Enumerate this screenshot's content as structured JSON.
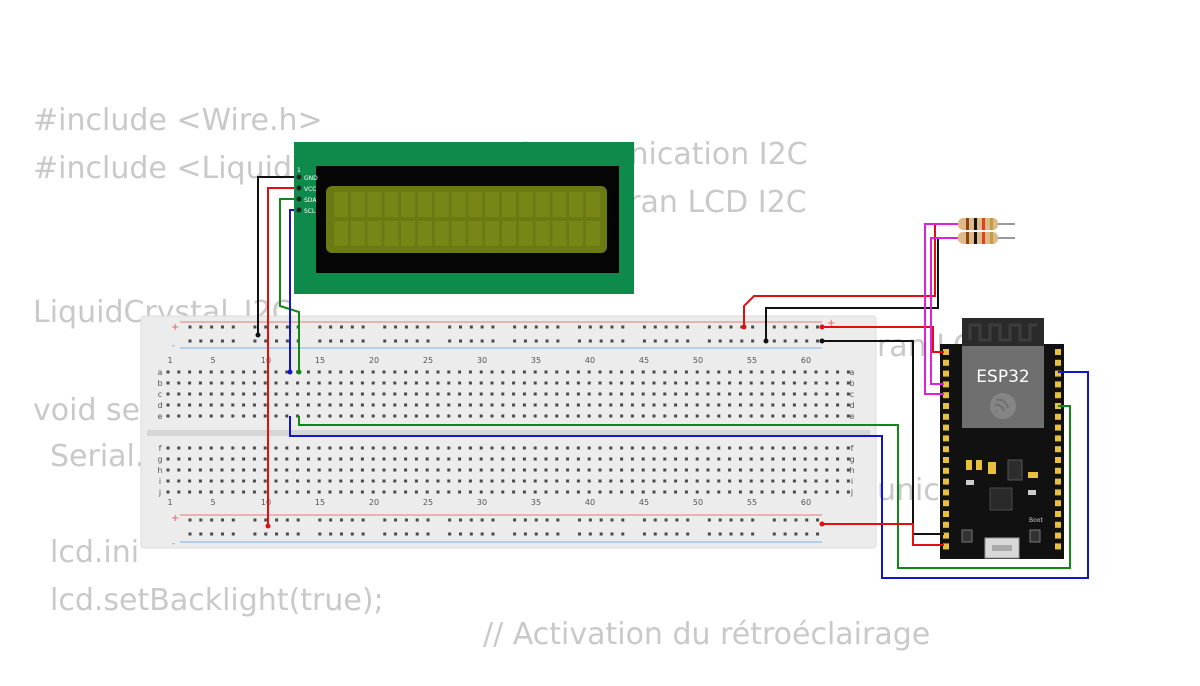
{
  "code_lines": [
    {
      "code": "#include <Wire.h>",
      "comment": "// Communication I2C"
    },
    {
      "code": "#include <LiquidCrystal_I2C.h>",
      "comment": "// Écran LCD I2C"
    },
    {
      "code": "LiquidCrystal_I2C",
      "comment": "ialisation de l'écran LCD"
    },
    {
      "code": "void se",
      "comment": ""
    },
    {
      "code": "Serial.",
      "comment": "unic    ire"
    },
    {
      "code": "lcd.ini",
      "comment": ""
    },
    {
      "code": "lcd.setBacklight(true);",
      "comment": "// Activation du rétroéclairage"
    }
  ],
  "lcd": {
    "pin_labels": [
      "1",
      "GND",
      "VCC",
      "SDA",
      "SCL"
    ],
    "screen_color": "#6b7a12",
    "board_color": "#0e8a4a"
  },
  "breadboard": {
    "column_numbers": [
      "1",
      "5",
      "10",
      "15",
      "20",
      "25",
      "30",
      "35",
      "40",
      "45",
      "50",
      "55",
      "60"
    ],
    "row_letters_top": [
      "a",
      "b",
      "c",
      "d",
      "e"
    ],
    "row_letters_bottom": [
      "f",
      "g",
      "h",
      "i",
      "j"
    ],
    "rail_plus": "+",
    "rail_minus": "-"
  },
  "esp32": {
    "label": "ESP32",
    "boot_label": "Boot"
  },
  "wire_colors": {
    "black": "#111111",
    "red": "#e01010",
    "green": "#118811",
    "blue": "#1515c8",
    "magenta": "#e020e0"
  }
}
